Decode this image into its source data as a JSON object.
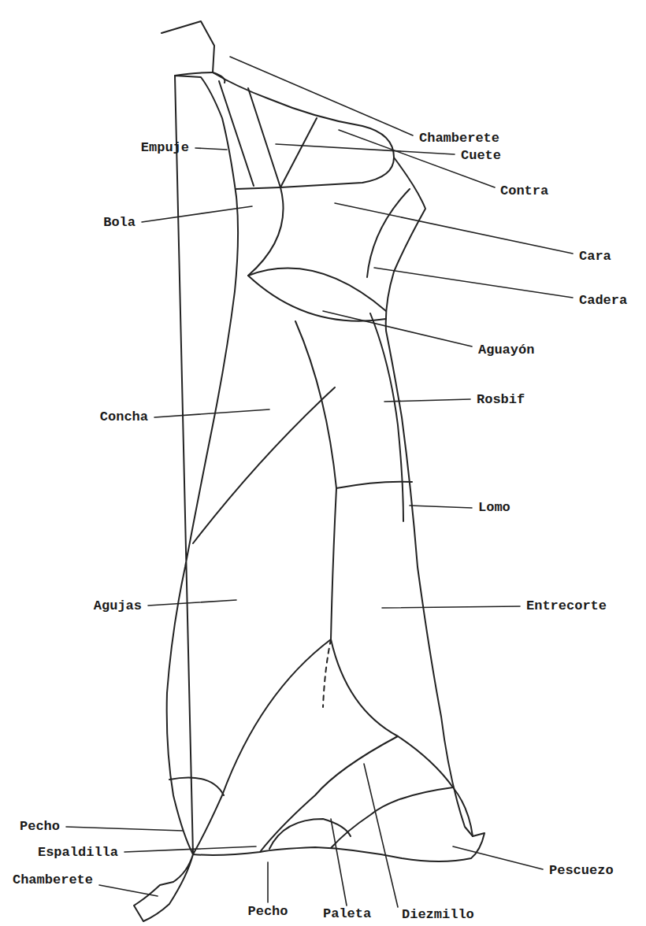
{
  "diagram": {
    "labels": [
      "Chamberete",
      "Empuje",
      "Cuete",
      "Contra",
      "Bola",
      "Cara",
      "Cadera",
      "Aguayón",
      "Rosbif",
      "Concha",
      "Lomo",
      "Agujas",
      "Entrecorte",
      "Pecho",
      "Espaldilla",
      "Chamberete",
      "Pecho",
      "Pescuezo",
      "Paleta",
      "Diezmillo"
    ]
  }
}
